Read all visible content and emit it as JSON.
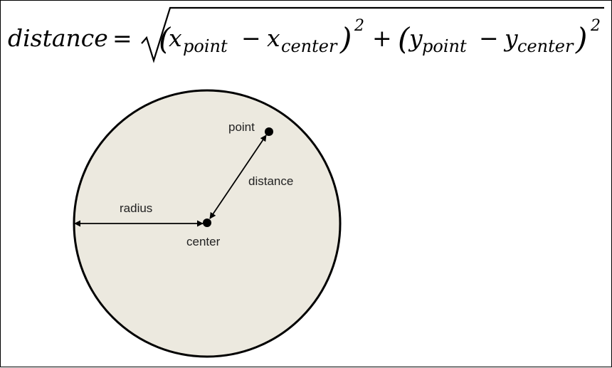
{
  "formula": {
    "lhs": "distance",
    "equals": "=",
    "minus": "−",
    "plus": "+",
    "x_point": "x",
    "x_point_sub": "point",
    "x_center": "x",
    "x_center_sub": "center",
    "y_point": "y",
    "y_point_sub": "point",
    "y_center": "y",
    "y_center_sub": "center",
    "exponent": "2",
    "open_paren": "(",
    "close_paren": ")"
  },
  "diagram": {
    "circle_fill": "#ece9df",
    "stroke_color": "#000000",
    "labels": {
      "point": "point",
      "center": "center",
      "radius": "radius",
      "distance": "distance"
    }
  }
}
